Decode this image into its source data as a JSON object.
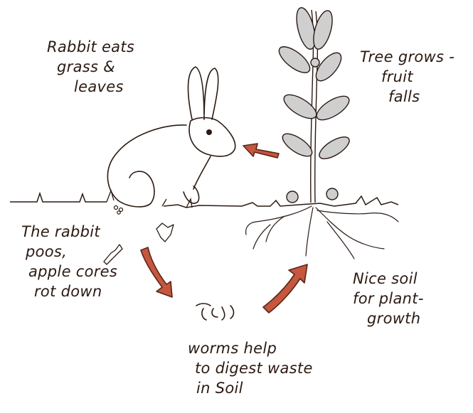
{
  "labels": {
    "rabbit_eats": [
      "Rabbit eats",
      "grass &",
      "leaves"
    ],
    "tree_grows": [
      "Tree grows -",
      "fruit",
      "falls"
    ],
    "rabbit_poos": [
      "The rabbit",
      "poos,",
      "apple cores",
      "rot down"
    ],
    "nice_soil": [
      "Nice soil",
      "for plant-",
      "growth"
    ],
    "worms_help": [
      "worms help",
      "to digest waste",
      "in Soil"
    ]
  },
  "colors": {
    "ink": "#2b1a12",
    "arrow_fill": "#c4573e",
    "arrow_stroke": "#5a2418",
    "leaf_fill": "#cfcfcf"
  },
  "icons": {
    "rabbit": "rabbit-illustration",
    "tree": "sapling-illustration",
    "arrows": "cycle-arrow",
    "worm": "worm-illustration"
  }
}
